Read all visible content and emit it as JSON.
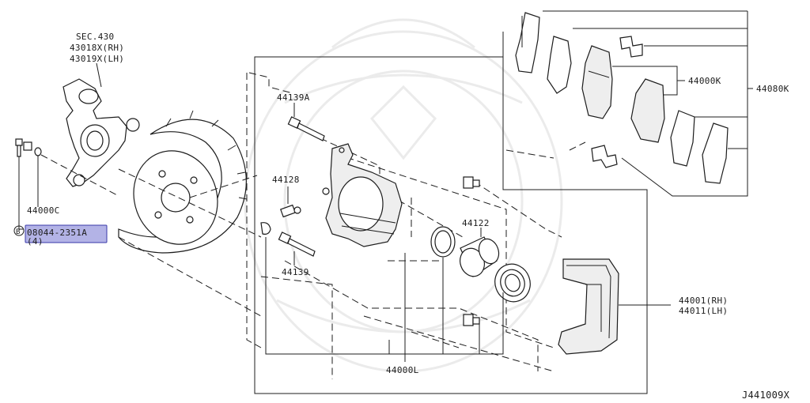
{
  "labels": {
    "sec430": "SEC.430",
    "rh_knuckle": "43018X(RH)",
    "lh_knuckle": "43019X(LH)",
    "p44139A": "44139A",
    "p44128": "44128",
    "p44139": "44139",
    "p44000C": "44000C",
    "bolt_no": "08044-2351A",
    "bolt_qty": "(4)",
    "bolt_mark": "B",
    "p44122": "44122",
    "p44000L": "44000L",
    "p44000K": "44000K",
    "p44080K": "44080K",
    "p44001": "44001(RH)",
    "p44011": "44011(LH)",
    "diagram_code": "J441009X"
  },
  "colors": {
    "line": "#1c1c1c",
    "highlight_fill": "#b3b3e6",
    "highlight_border": "#3a3aa8",
    "watermark": "#ebebeb"
  }
}
